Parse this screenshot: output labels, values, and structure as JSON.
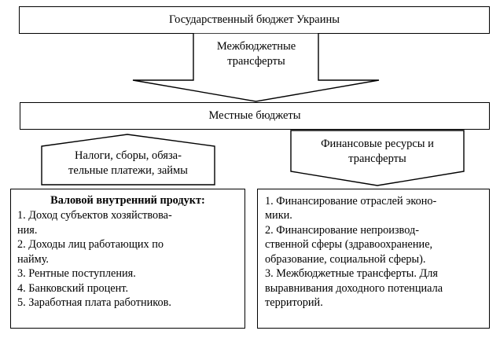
{
  "diagram": {
    "title": "Государственный бюджет Украины",
    "nodes": {
      "state_budget": "Государственный бюджет Украины",
      "transfers": "Межбюджетные\nтрансферты",
      "transfers_line1": "Межбюджетные",
      "transfers_line2": "трансферты",
      "local_budgets": "Местные бюджеты",
      "taxes_line1": "Налоги, сборы, обяза-",
      "taxes_line2": "тельные платежи, займы",
      "finres_line1": "Финансовые ресурсы и",
      "finres_line2": "трансферты"
    },
    "gdp_box": {
      "title": "Валовой внутренний продукт:",
      "items": [
        "1.  Доход субъектов хозяйствова-",
        "ния.",
        "2.  Доходы лиц работающих по",
        "найму.",
        "3. Рентные поступления.",
        "4. Банковский процент.",
        "5. Заработная плата работников."
      ]
    },
    "expenditure_box": {
      "items": [
        "1.  Финансирование отраслей эконо-",
        "мики.",
        "2.      Финансирование непроизвод-",
        "ственной сферы   (здравоохранение,",
        "образование, социальной сферы).",
        "3.  Межбюджетные  трансферты.  Для",
        "выравнивания доходного потенциала",
        "территорий."
      ]
    },
    "colors": {
      "stroke": "#000000",
      "fill": "#ffffff",
      "text": "#000000"
    }
  }
}
